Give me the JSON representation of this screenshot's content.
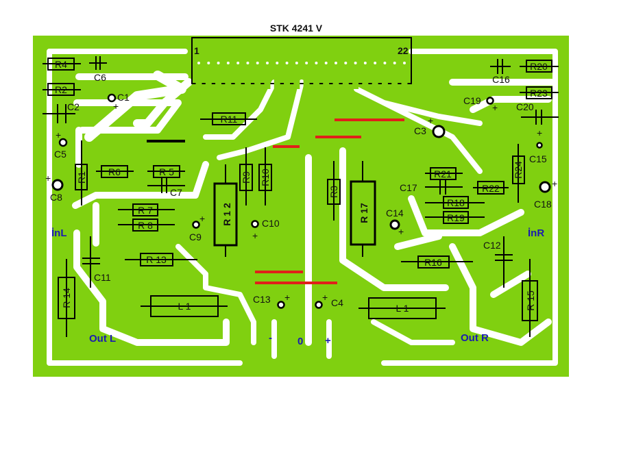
{
  "title": "STK 4241 V",
  "ic": {
    "pin_first": "1",
    "pin_last": "22",
    "pin_count": 22
  },
  "colors": {
    "board": "#80d010",
    "jumper_red": "#e0201a",
    "label_blue": "#1a1ab0"
  },
  "components": {
    "R4": "R4",
    "C6": "C6",
    "R2": "R2",
    "C1": "C1",
    "C2": "C2",
    "C5": "C5",
    "R1": "R1",
    "R6": "R6",
    "R5": "R 5",
    "C7": "C7",
    "C8": "C8",
    "R7": "R 7",
    "R8": "R 8",
    "C9": "C9",
    "R12": "R 1 2",
    "R9": "R9",
    "R10": "R10",
    "C10": "C10",
    "R11": "R11",
    "C3": "C3",
    "R3": "R3",
    "R17": "R 17",
    "C14": "C14",
    "R21": "R21",
    "C17": "C17",
    "R22": "R22",
    "R18": "R18",
    "R19": "R19",
    "R24": "R24",
    "C18": "C18",
    "C15": "C15",
    "C19": "C19",
    "C20": "C20",
    "R23": "R23",
    "R20": "R20",
    "C16": "C16",
    "C11": "C11",
    "R14": "R 14",
    "R13": "R 13",
    "L1_left": "L 1",
    "L1_right": "L 1",
    "R16": "R16",
    "C12": "C12",
    "R15": "R 15",
    "C13": "C13",
    "C4": "C4"
  },
  "terminals": {
    "in_left": "İnL",
    "in_right": "İnR",
    "out_left": "Out L",
    "out_right": "Out R",
    "minus": "-",
    "ground": "0",
    "plus": "+"
  },
  "polarity_mark": "+"
}
